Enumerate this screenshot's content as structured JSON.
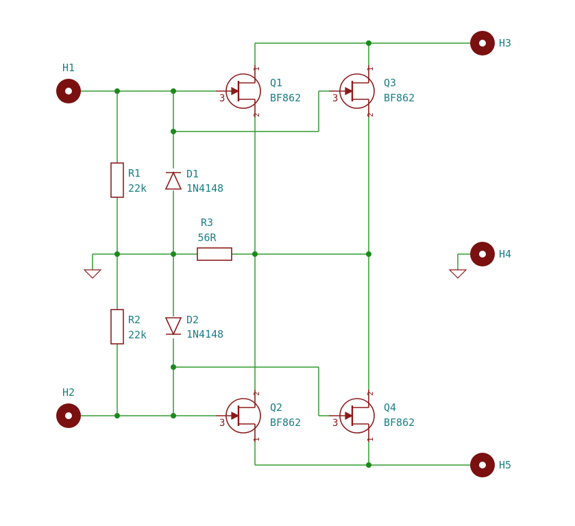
{
  "connectors": [
    {
      "ref": "H1"
    },
    {
      "ref": "H2"
    },
    {
      "ref": "H3"
    },
    {
      "ref": "H4"
    },
    {
      "ref": "H5"
    }
  ],
  "resistors": [
    {
      "ref": "R1",
      "value": "22k"
    },
    {
      "ref": "R2",
      "value": "22k"
    },
    {
      "ref": "R3",
      "value": "56R"
    }
  ],
  "diodes": [
    {
      "ref": "D1",
      "value": "1N4148"
    },
    {
      "ref": "D2",
      "value": "1N4148"
    }
  ],
  "transistors": [
    {
      "ref": "Q1",
      "value": "BF862",
      "pins": {
        "gate": "3",
        "top": "1",
        "bottom": "2"
      }
    },
    {
      "ref": "Q2",
      "value": "BF862",
      "pins": {
        "gate": "3",
        "top": "2",
        "bottom": "1"
      }
    },
    {
      "ref": "Q3",
      "value": "BF862",
      "pins": {
        "gate": "3",
        "top": "1",
        "bottom": "2"
      }
    },
    {
      "ref": "Q4",
      "value": "BF862",
      "pins": {
        "gate": "3",
        "top": "2",
        "bottom": "1"
      }
    }
  ],
  "colors": {
    "wire": "#2e9b2e",
    "component": "#8b1a1a",
    "label": "#1a7f84",
    "junction": "#1a8a1a"
  }
}
